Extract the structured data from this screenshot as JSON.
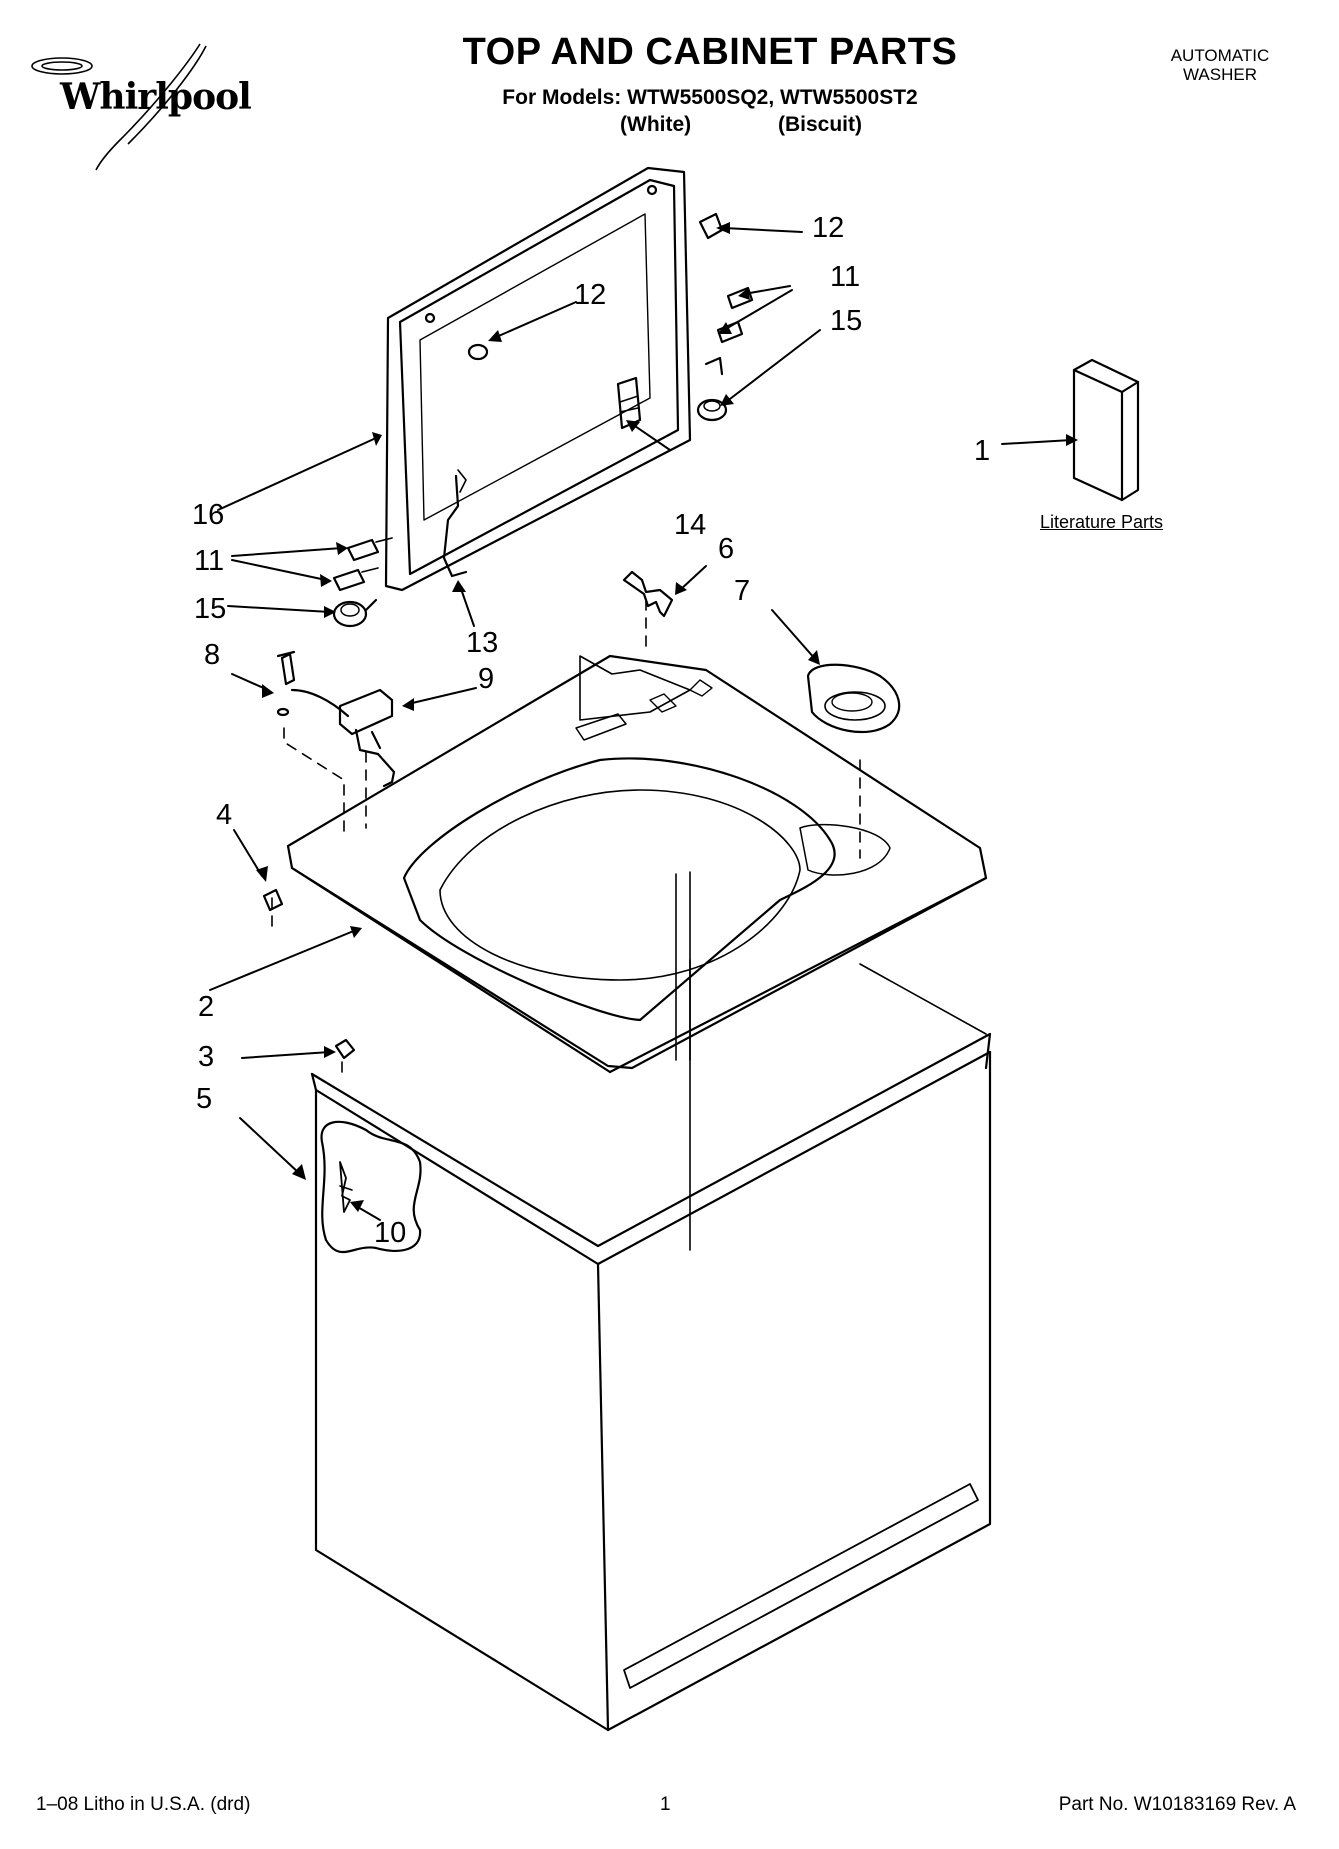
{
  "header": {
    "brand": "Whirlpool",
    "title": "TOP AND CABINET PARTS",
    "models_line": "For Models: WTW5500SQ2, WTW5500ST2",
    "variant_white": "(White)",
    "variant_biscuit": "(Biscuit)",
    "product_line1": "AUTOMATIC",
    "product_line2": "WASHER"
  },
  "callouts": {
    "c1": "1",
    "c2": "2",
    "c3": "3",
    "c4": "4",
    "c5": "5",
    "c6": "6",
    "c7": "7",
    "c8": "8",
    "c9": "9",
    "c10": "10",
    "c11a": "11",
    "c11b": "11",
    "c12a": "12",
    "c12b": "12",
    "c13": "13",
    "c14": "14",
    "c15a": "15",
    "c15b": "15",
    "c16": "16"
  },
  "literature_label": "Literature Parts",
  "footer": {
    "left": "1–08 Litho in U.S.A. (drd)",
    "page": "1",
    "right": "Part No. W10183169 Rev. A"
  }
}
